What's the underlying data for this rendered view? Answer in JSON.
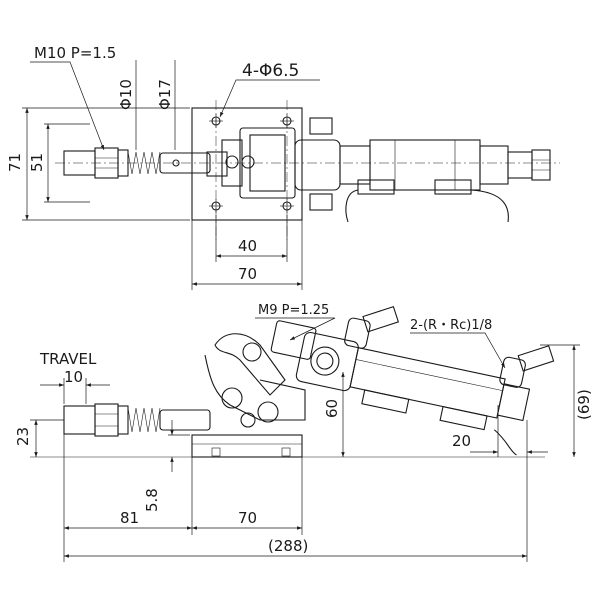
{
  "top_view": {
    "thread_label": "M10 P=1.5",
    "dia_small": "Φ10",
    "dia_large": "Φ17",
    "holes_label": "4-Φ6.5",
    "dim_height_outer": "71",
    "dim_height_inner": "51",
    "dim_base_inner": "40",
    "dim_base_outer": "70"
  },
  "side_view": {
    "travel_label": "TRAVEL",
    "dim_travel": "10",
    "dim_plunger_height": "23",
    "dim_thread_label": "M9 P=1.25",
    "dim_port_label": "2-(R・Rc)1/8",
    "dim_cyl_height": "60",
    "dim_overall_height": "(69)",
    "dim_port_offset": "20",
    "dim_base_thickness": "5.8",
    "dim_reach": "81",
    "dim_base_length": "70",
    "dim_overall_length": "(288)"
  }
}
